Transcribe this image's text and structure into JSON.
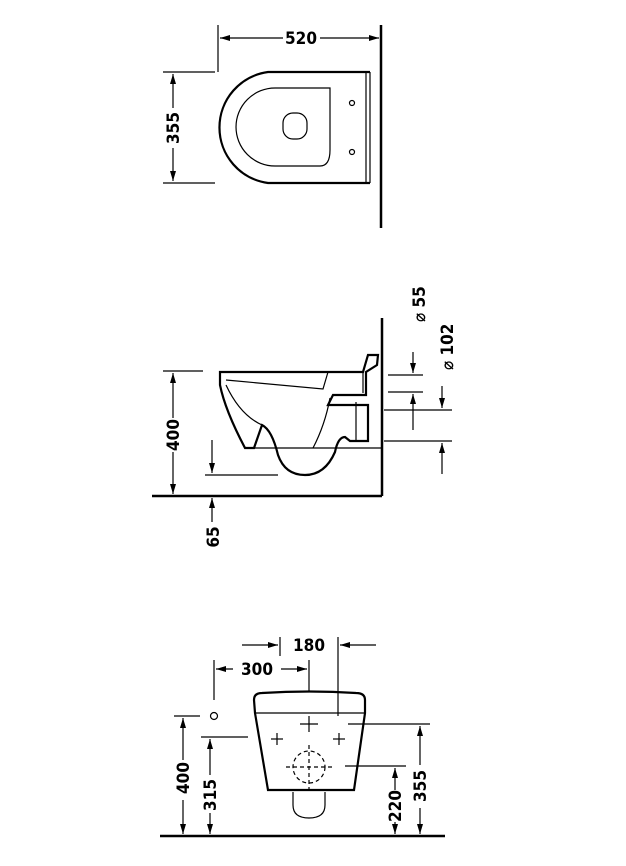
{
  "top_view": {
    "width_label": "520",
    "depth_label": "355"
  },
  "side_view": {
    "height_label": "400",
    "offset_label": "65",
    "diameter_small_label": "⌀ 55",
    "diameter_large_label": "⌀ 102"
  },
  "front_view": {
    "spacing_180_label": "180",
    "spacing_300_label": "300",
    "height_400_label": "400",
    "height_315_label": "315",
    "height_220_label": "220",
    "height_355_label": "355"
  }
}
